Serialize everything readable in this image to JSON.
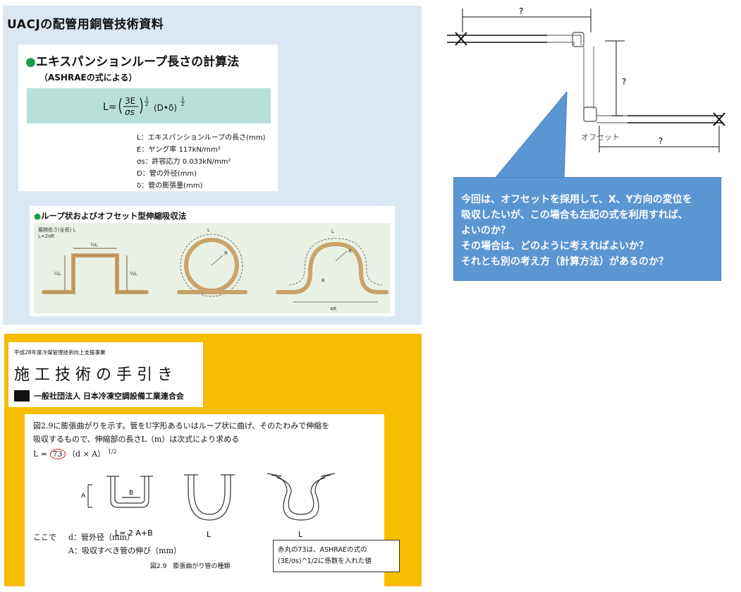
{
  "uacj": {
    "title": "UACJの配管用銅管技術資料",
    "formula_heading": "エキスパンションループ長さの計算法",
    "formula_heading_marker": "●",
    "formula_sub": "（ASHRAEの式による）",
    "legend": [
      "L：エキスパンションループの長さ(mm)",
      "E：ヤング率 117kN/mm²",
      "σs：許容応力 0.033kN/mm²",
      "D：管の外径(mm)",
      "δ：管の膨張量(mm)"
    ],
    "loop_heading": "ループ状およびオフセット型伸縮吸収法",
    "loop_heading_marker": "●",
    "loop_figure": {
      "total_length_label": "展開長さ(全長) L",
      "total_length_eq": "L=2πR",
      "half_l": "½L",
      "r": "R",
      "l": "L",
      "four_r": "4R"
    }
  },
  "offset_diagram": {
    "unknown_mark": "?",
    "offset_label": "オフセット"
  },
  "callout": {
    "lines": [
      "今回は、オフセットを採用して、X、Y方向の変位を",
      "吸収したいが、この場合も左記の式を利用すれば、",
      "よいのか？",
      "その場合は、どのように考えればよいか？",
      "それとも別の考え方（計算方法）があるのか？"
    ]
  },
  "guide": {
    "small_caption": "平成28年度冷媒管理技術向上支援事業",
    "title": "施工技術の手引き",
    "org": "一般社団法人 日本冷凍空調設備工業連合会",
    "body_line1": "図2.9に膨張曲がりを示す。管をU字形あるいはループ状に曲げ、そのたわみで伸縮を",
    "body_line2": "吸収するもので、伸縮部の長さL（m）は次式により求める",
    "formula_prefix": "L =",
    "formula_coef": "73",
    "formula_rest": "（d × A）",
    "formula_exp": "1/2",
    "figure": {
      "a": "A",
      "b": "B",
      "eq": "L= 2 A+B",
      "l": "L"
    },
    "where_label": "ここで",
    "where_d": "d：管外径（mm）",
    "where_a": "A：吸収すべき管の伸び（mm）",
    "fig_caption": "図2.9　膨張曲がり管の種類",
    "note_lines": [
      "赤丸の73は、ASHRAEの式の",
      "(3E/σs)^1/2に係数を入れた値"
    ]
  }
}
